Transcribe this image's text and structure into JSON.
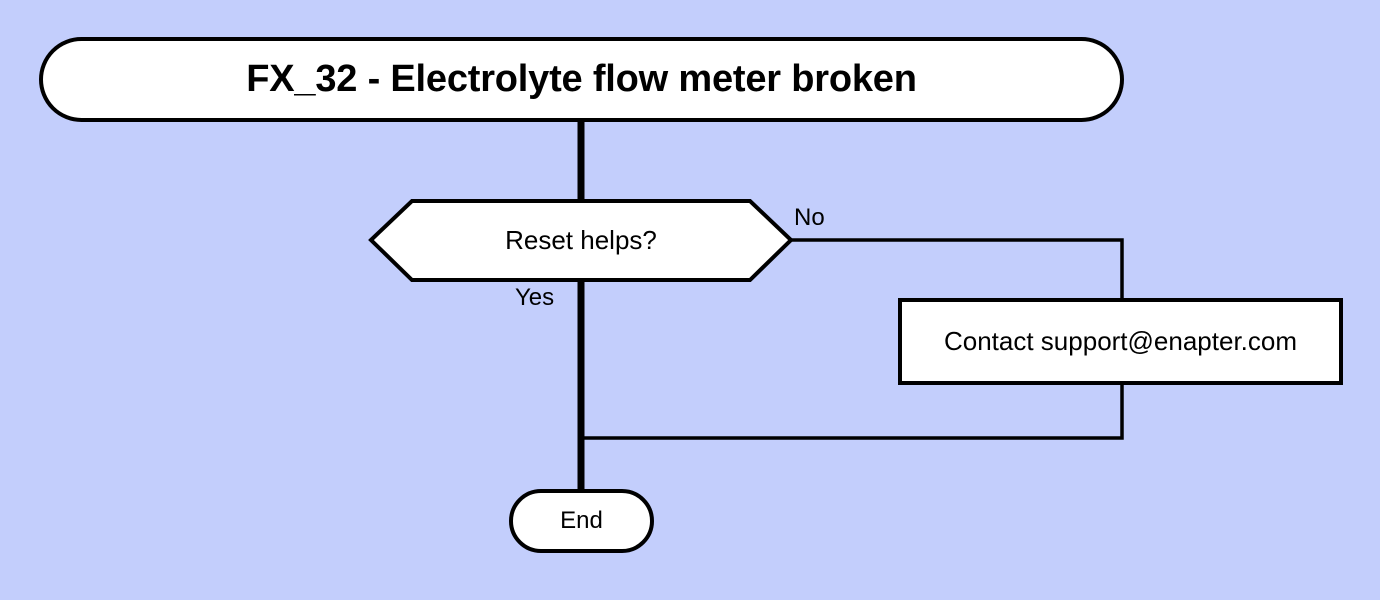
{
  "diagram": {
    "type": "flowchart",
    "background_color": "#c3cefc",
    "stroke_color": "#000000",
    "node_fill_color": "#ffffff",
    "nodes": {
      "title": {
        "shape": "stadium",
        "label": "FX_32 - Electrolyte flow meter broken"
      },
      "decision": {
        "shape": "hexagon",
        "label": "Reset helps?"
      },
      "support": {
        "shape": "rectangle",
        "label": "Contact support@enapter.com"
      },
      "end": {
        "shape": "stadium",
        "label": "End"
      }
    },
    "edges": {
      "no_label": "No",
      "yes_label": "Yes"
    }
  }
}
